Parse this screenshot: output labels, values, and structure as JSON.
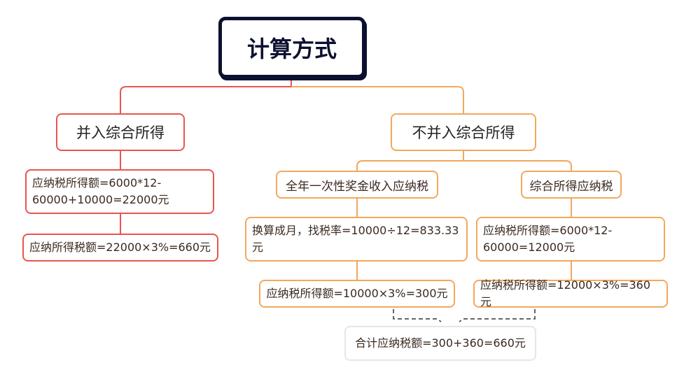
{
  "root": {
    "label": "计算方式"
  },
  "left": {
    "label": "并入综合所得",
    "taxable": "应纳税所得额=6000*12-60000+10000=22000元",
    "tax": "应纳所得税额=22000×3%=660元"
  },
  "right": {
    "label": "不并入综合所得",
    "bonus": {
      "label": "全年一次性奖金收入应纳税",
      "rate": "换算成月，找税率=10000÷12=833.33元",
      "tax": "应纳税所得额=10000×3%=300元"
    },
    "comprehensive": {
      "label": "综合所得应纳税",
      "taxable": "应纳税所得额=6000*12-60000=12000元",
      "tax": "应纳税所得额=12000×3%=360元"
    },
    "total": "合计应纳税额=300+360=660元"
  },
  "colors": {
    "root_border": "#0d1130",
    "left_branch": "#e8554e",
    "right_branch": "#f2a85c",
    "total_border": "#e6e6e6",
    "dashed_line": "#333333"
  }
}
